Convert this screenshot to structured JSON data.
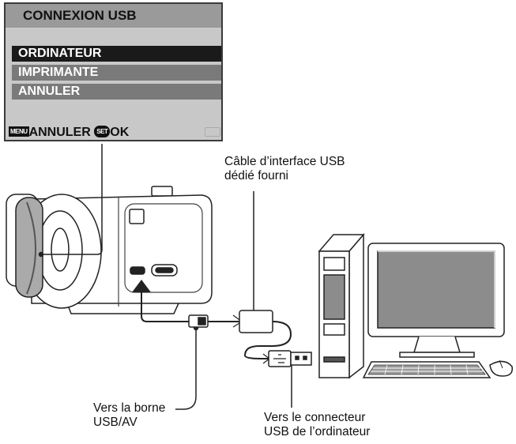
{
  "menu": {
    "title": "CONNEXION USB",
    "items": [
      {
        "label": "ORDINATEUR",
        "selected": true
      },
      {
        "label": "IMPRIMANTE",
        "selected": false
      },
      {
        "label": "ANNULER",
        "selected": false
      }
    ],
    "footer": {
      "menu_key": "MENU",
      "cancel_label": "ANNULER",
      "set_key": "SET",
      "ok_label": "OK"
    }
  },
  "labels": {
    "cable_line1": "Câble d’interface USB",
    "cable_line2": "dédié fourni",
    "camera_port_line1": "Vers la borne",
    "camera_port_line2": "USB/AV",
    "pc_port_line1": "Vers le connecteur",
    "pc_port_line2": "USB de l’ordinateur"
  },
  "colors": {
    "selected_row": "#1a1a1a",
    "menu_row": "#7a7a7a",
    "lcd_background": "#c8c8c8",
    "screen_grey": "#8c8c8c"
  }
}
